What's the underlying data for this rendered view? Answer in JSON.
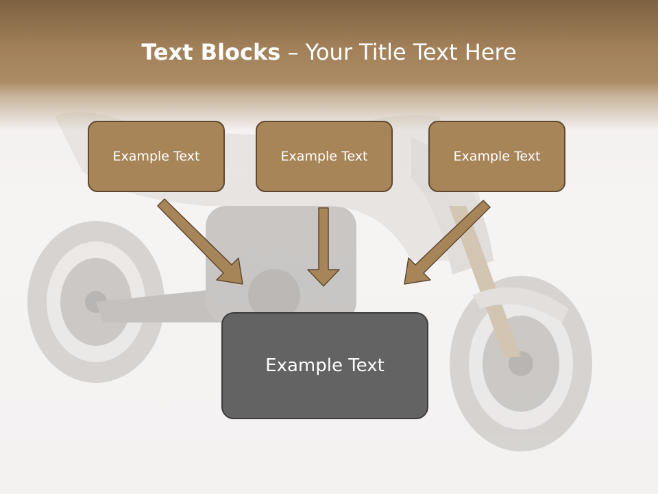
{
  "slide": {
    "title_bold": "Text Blocks",
    "title_rest": " – Your Title Text Here"
  },
  "blocks": [
    {
      "label": "Example Text"
    },
    {
      "label": "Example Text"
    },
    {
      "label": "Example Text"
    }
  ],
  "center_block": {
    "label": "Example Text"
  },
  "colors": {
    "header": "#a1805a",
    "block_fill": "#a88559",
    "block_border": "#5e4830",
    "center_fill": "#636363",
    "arrow": "#a88559"
  }
}
